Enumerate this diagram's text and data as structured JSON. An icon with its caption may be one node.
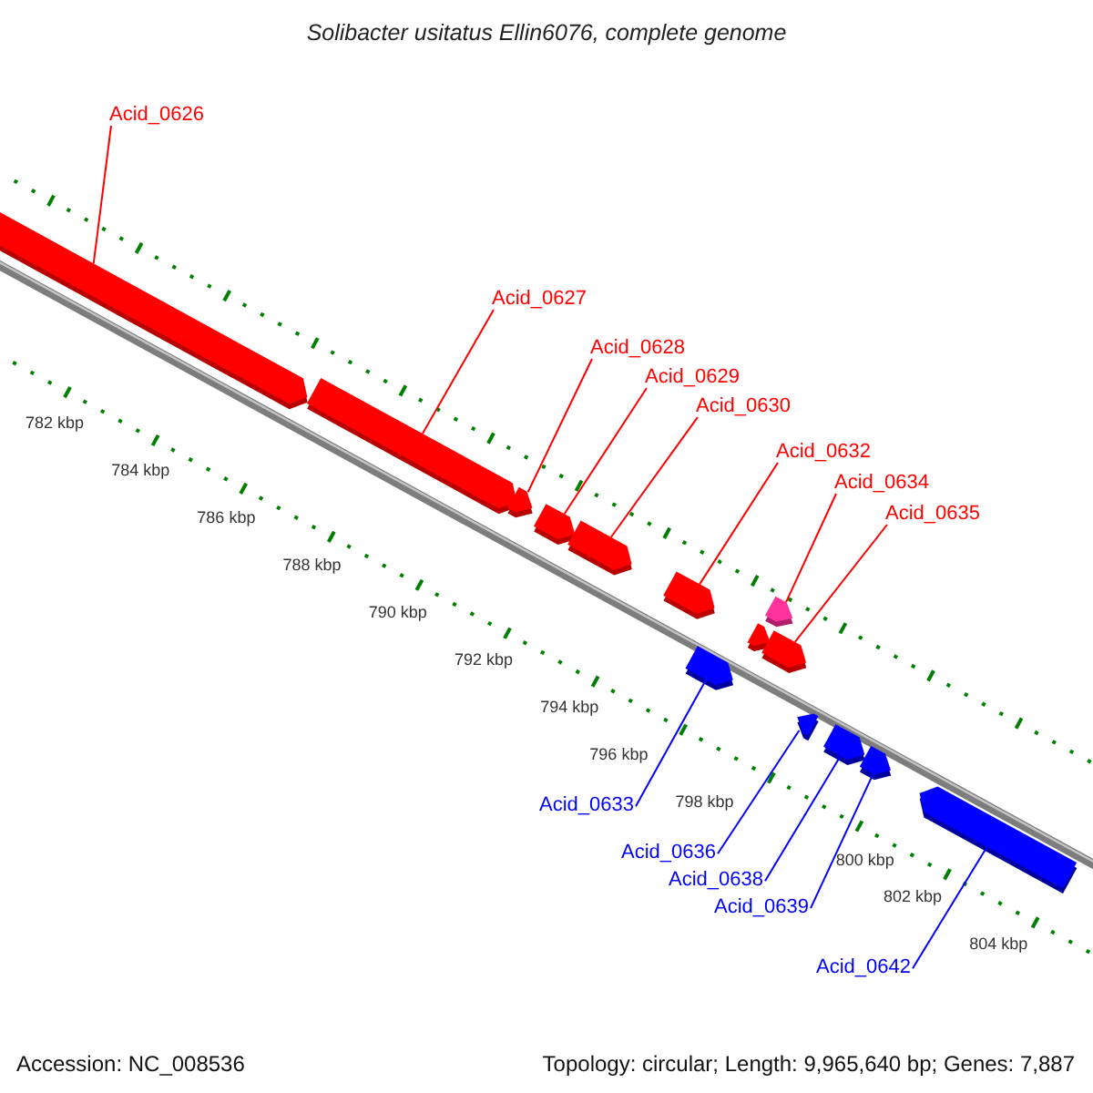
{
  "diagram": {
    "title": "Solibacter usitatus Ellin6076, complete genome",
    "nodes": [
      {
        "text": [
          "Acid_0626"
        ]
      },
      {
        "text": [
          "Acid_0627"
        ]
      },
      {
        "text": [
          "Acid_0628"
        ]
      },
      {
        "text": [
          "Acid_0629"
        ]
      },
      {
        "text": [
          "Acid_0630"
        ]
      },
      {
        "text": [
          "Acid_0632"
        ]
      },
      {
        "text": [
          "Acid_0634"
        ]
      },
      {
        "text": [
          "Acid_0635"
        ]
      },
      {
        "text": [
          "Acid_0633"
        ]
      },
      {
        "text": [
          "Acid_0636"
        ]
      },
      {
        "text": [
          "Acid_0638"
        ]
      },
      {
        "text": [
          "Acid_0639"
        ]
      },
      {
        "text": [
          "Acid_0642"
        ]
      },
      {
        "text": [],
        "shape": "bar"
      },
      {
        "text": [],
        "shape": "bar"
      },
      {
        "text": [],
        "shape": "bar"
      },
      {
        "text": [],
        "shape": "bar"
      },
      {
        "text": [],
        "shape": "bar"
      },
      {
        "text": [],
        "shape": "bar"
      },
      {
        "text": [],
        "shape": "bar"
      },
      {
        "text": [],
        "shape": "bar"
      },
      {
        "text": [],
        "shape": "bar"
      },
      {
        "text": [],
        "shape": "bar"
      },
      {
        "text": [],
        "shape": "bar"
      },
      {
        "text": [],
        "shape": "bar"
      },
      {
        "text": [],
        "shape": "bar"
      },
      {
        "text": [],
        "shape": "bar"
      }
    ],
    "edges": [
      {
        "from": 0,
        "to": 13,
        "arrow": "none"
      },
      {
        "from": 1,
        "to": 14,
        "arrow": "none"
      },
      {
        "from": 2,
        "to": 15,
        "arrow": "none"
      },
      {
        "from": 3,
        "to": 16,
        "arrow": "none"
      },
      {
        "from": 4,
        "to": 17,
        "arrow": "none"
      },
      {
        "from": 5,
        "to": 18,
        "arrow": "none"
      },
      {
        "from": 6,
        "to": 20,
        "arrow": "none"
      },
      {
        "from": 7,
        "to": 21,
        "arrow": "none"
      },
      {
        "from": 8,
        "to": 22,
        "arrow": "none",
        "color": "#0000ff"
      },
      {
        "from": 9,
        "to": 23,
        "arrow": "none",
        "color": "#0000ff"
      },
      {
        "from": 10,
        "to": 24,
        "arrow": "none",
        "color": "#0000ff"
      },
      {
        "from": 11,
        "to": 25,
        "arrow": "none",
        "color": "#0000ff"
      },
      {
        "from": 12,
        "to": 26,
        "arrow": "none",
        "color": "#0000ff"
      }
    ],
    "labels": [
      "782 kbp",
      "784 kbp",
      "786 kbp",
      "788 kbp",
      "790 kbp",
      "792 kbp",
      "794 kbp",
      "796 kbp",
      "798 kbp",
      "800 kbp",
      "802 kbp",
      "804 kbp",
      "Accession: NC_008536",
      "Topology: circular; Length: 9,965,640 bp; Genes: 7,887"
    ]
  }
}
